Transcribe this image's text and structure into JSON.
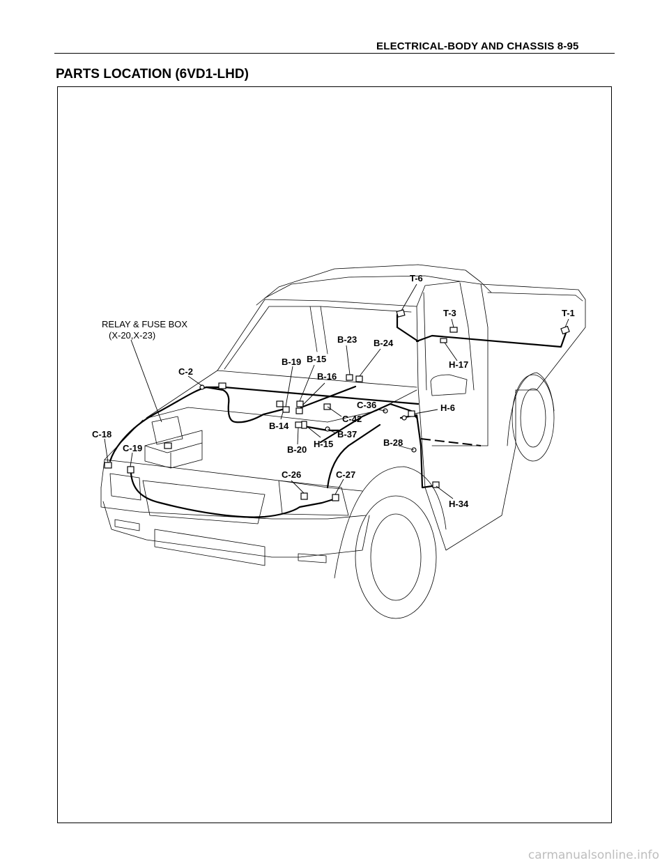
{
  "header": {
    "section": "ELECTRICAL-BODY AND CHASSIS  8-95"
  },
  "page_title": "PARTS LOCATION (6VD1-LHD)",
  "relay_box": {
    "line1": "RELAY & FUSE BOX",
    "line2": "(X-20,X-23)"
  },
  "connectors": {
    "t6": "T-6",
    "t3": "T-3",
    "t1": "T-1",
    "b23": "B-23",
    "b24": "B-24",
    "b19": "B-19",
    "b15": "B-15",
    "b16": "B-16",
    "h17": "H-17",
    "c2": "C-2",
    "c36": "C-36",
    "h6": "H-6",
    "c42": "C-42",
    "c18": "C-18",
    "b14": "B-14",
    "b37": "B-37",
    "c19": "C-19",
    "b20": "B-20",
    "h15": "H-15",
    "b28": "B-28",
    "c26": "C-26",
    "c27": "C-27",
    "h34": "H-34"
  },
  "footer": {
    "watermark": "carmanualsonline.info"
  }
}
